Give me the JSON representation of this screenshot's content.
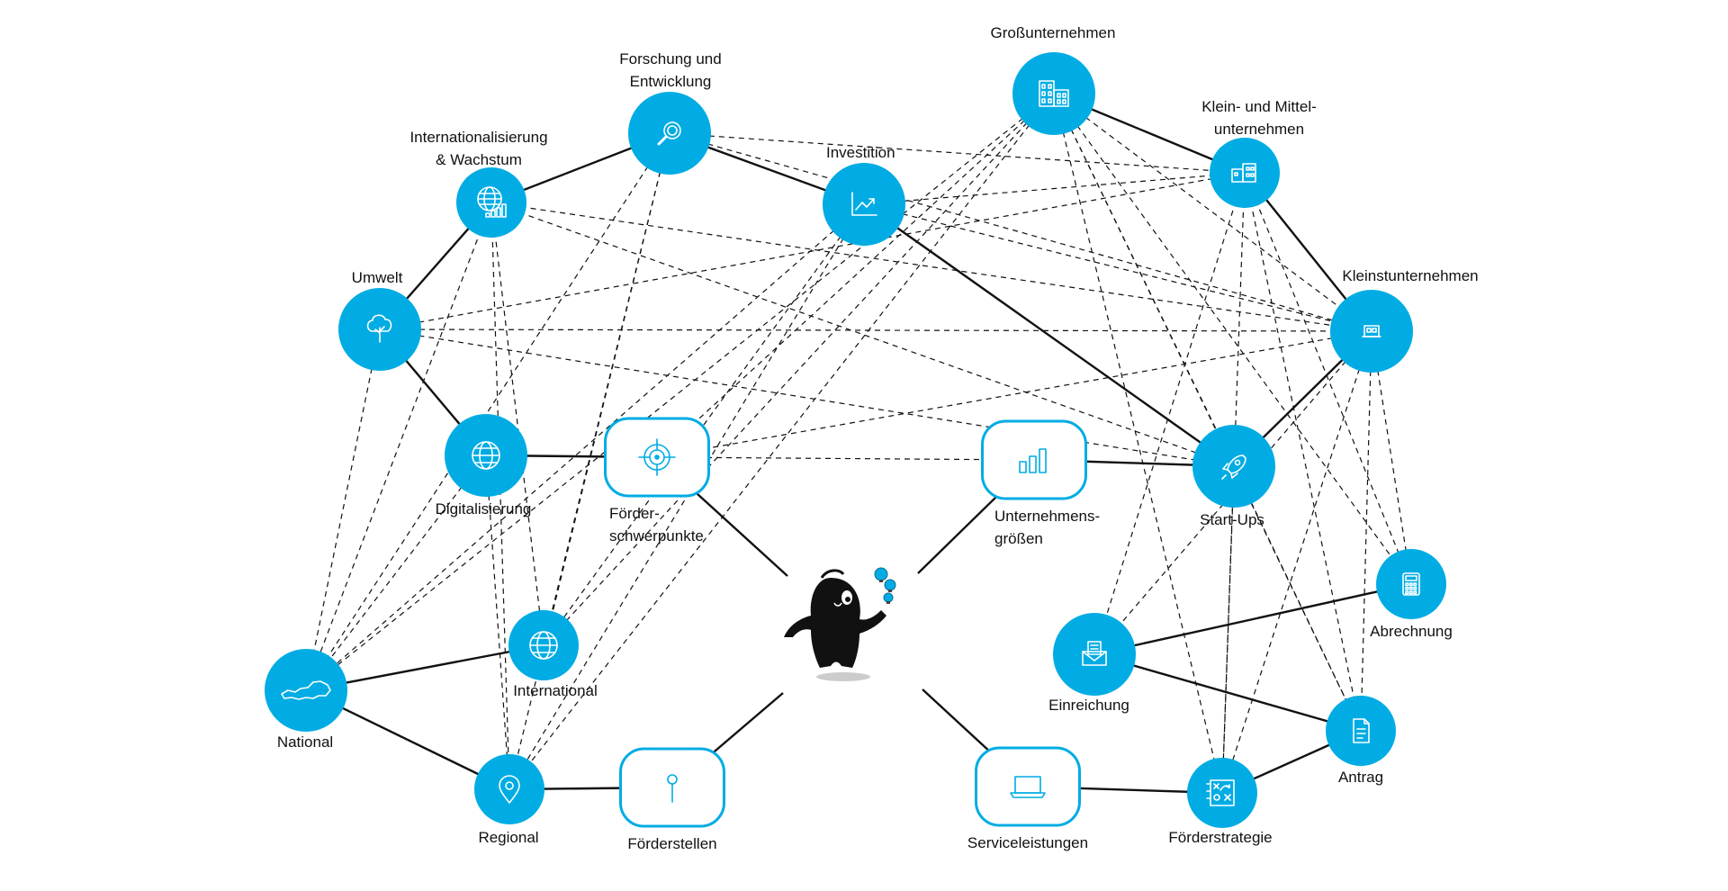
{
  "colors": {
    "accent": "#00ace3",
    "line": "#111111",
    "page": "#ffffff"
  },
  "labels": {
    "grossunternehmen": "Großunternehmen",
    "forschung": "Forschung und\nEntwicklung",
    "kmu": "Klein- und Mittel-\nunternehmen",
    "internationalisierung": "Internationalisierung\n& Wachstum",
    "investition": "Investition",
    "umwelt": "Umwelt",
    "kleinst": "Kleinstunternehmen",
    "digitalisierung": "Digitalisierung",
    "foerderschwerpunkte": "Förder-\nschwerpunkte",
    "unternehmensgroessen": "Unternehmens-\ngrößen",
    "startups": "Start-Ups",
    "abrechnung": "Abrechnung",
    "international": "International",
    "einreichung": "Einreichung",
    "national": "National",
    "antrag": "Antrag",
    "regional": "Regional",
    "foerderstellen": "Förderstellen",
    "serviceleistungen": "Serviceleistungen",
    "foerderstrategie": "Förderstrategie"
  },
  "nodes": [
    {
      "id": "grossunternehmen",
      "shape": "circle",
      "icon": "buildings-icon"
    },
    {
      "id": "forschung",
      "shape": "circle",
      "icon": "magnifier-icon"
    },
    {
      "id": "kmu",
      "shape": "circle",
      "icon": "small-buildings-icon"
    },
    {
      "id": "internationalisierung",
      "shape": "circle",
      "icon": "globe-growth-icon"
    },
    {
      "id": "investition",
      "shape": "circle",
      "icon": "trend-chart-icon"
    },
    {
      "id": "umwelt",
      "shape": "circle",
      "icon": "tree-icon"
    },
    {
      "id": "kleinst",
      "shape": "circle",
      "icon": "shop-icon"
    },
    {
      "id": "digitalisierung",
      "shape": "circle",
      "icon": "globe-icon"
    },
    {
      "id": "foerderschwerpunkte",
      "shape": "box",
      "icon": "target-icon"
    },
    {
      "id": "unternehmensgroessen",
      "shape": "box",
      "icon": "bar-chart-icon"
    },
    {
      "id": "startups",
      "shape": "circle",
      "icon": "rocket-icon"
    },
    {
      "id": "abrechnung",
      "shape": "circle",
      "icon": "calculator-icon"
    },
    {
      "id": "international",
      "shape": "circle",
      "icon": "globe-icon"
    },
    {
      "id": "einreichung",
      "shape": "circle",
      "icon": "envelope-icon"
    },
    {
      "id": "national",
      "shape": "circle",
      "icon": "austria-map-icon"
    },
    {
      "id": "antrag",
      "shape": "circle",
      "icon": "document-icon"
    },
    {
      "id": "regional",
      "shape": "circle",
      "icon": "location-pin-icon"
    },
    {
      "id": "foerderstellen",
      "shape": "box",
      "icon": "pin-icon"
    },
    {
      "id": "serviceleistungen",
      "shape": "box",
      "icon": "laptop-icon"
    },
    {
      "id": "foerderstrategie",
      "shape": "circle",
      "icon": "strategy-board-icon"
    },
    {
      "id": "mascot",
      "shape": "figure",
      "icon": "mascot-figure"
    }
  ],
  "edges_solid": [
    [
      "internationalisierung",
      "forschung"
    ],
    [
      "forschung",
      "investition"
    ],
    [
      "investition",
      "startups"
    ],
    [
      "internationalisierung",
      "umwelt"
    ],
    [
      "umwelt",
      "digitalisierung"
    ],
    [
      "digitalisierung",
      "foerderschwerpunkte"
    ],
    [
      "foerderschwerpunkte",
      "mascot"
    ],
    [
      "grossunternehmen",
      "kmu"
    ],
    [
      "kmu",
      "kleinst"
    ],
    [
      "kleinst",
      "startups"
    ],
    [
      "startups",
      "unternehmensgroessen"
    ],
    [
      "unternehmensgroessen",
      "mascot"
    ],
    [
      "national",
      "international"
    ],
    [
      "national",
      "regional"
    ],
    [
      "regional",
      "foerderstellen"
    ],
    [
      "foerderstellen",
      "mascot"
    ],
    [
      "mascot",
      "serviceleistungen"
    ],
    [
      "serviceleistungen",
      "foerderstrategie"
    ],
    [
      "foerderstrategie",
      "antrag"
    ],
    [
      "einreichung",
      "antrag"
    ],
    [
      "einreichung",
      "abrechnung"
    ]
  ],
  "edges_dashed": [
    [
      "forschung",
      "kmu"
    ],
    [
      "forschung",
      "kleinst"
    ],
    [
      "forschung",
      "national"
    ],
    [
      "forschung",
      "international"
    ],
    [
      "forschung",
      "regional"
    ],
    [
      "internationalisierung",
      "kleinst"
    ],
    [
      "internationalisierung",
      "startups"
    ],
    [
      "internationalisierung",
      "national"
    ],
    [
      "internationalisierung",
      "international"
    ],
    [
      "internationalisierung",
      "regional"
    ],
    [
      "umwelt",
      "kmu"
    ],
    [
      "umwelt",
      "kleinst"
    ],
    [
      "umwelt",
      "startups"
    ],
    [
      "umwelt",
      "national"
    ],
    [
      "digitalisierung",
      "national"
    ],
    [
      "digitalisierung",
      "regional"
    ],
    [
      "investition",
      "kmu"
    ],
    [
      "investition",
      "kleinst"
    ],
    [
      "investition",
      "national"
    ],
    [
      "investition",
      "international"
    ],
    [
      "investition",
      "regional"
    ],
    [
      "grossunternehmen",
      "foerderschwerpunkte"
    ],
    [
      "grossunternehmen",
      "national"
    ],
    [
      "grossunternehmen",
      "international"
    ],
    [
      "grossunternehmen",
      "regional"
    ],
    [
      "grossunternehmen",
      "kleinst"
    ],
    [
      "grossunternehmen",
      "startups"
    ],
    [
      "grossunternehmen",
      "foerderstrategie"
    ],
    [
      "grossunternehmen",
      "antrag"
    ],
    [
      "grossunternehmen",
      "abrechnung"
    ],
    [
      "kmu",
      "einreichung"
    ],
    [
      "kmu",
      "foerderstrategie"
    ],
    [
      "kmu",
      "antrag"
    ],
    [
      "kmu",
      "abrechnung"
    ],
    [
      "kleinst",
      "foerderschwerpunkte"
    ],
    [
      "kleinst",
      "einreichung"
    ],
    [
      "kleinst",
      "foerderstrategie"
    ],
    [
      "kleinst",
      "antrag"
    ],
    [
      "kleinst",
      "abrechnung"
    ],
    [
      "startups",
      "foerderstrategie"
    ],
    [
      "startups",
      "antrag"
    ],
    [
      "foerderschwerpunkte",
      "unternehmensgroessen"
    ]
  ]
}
